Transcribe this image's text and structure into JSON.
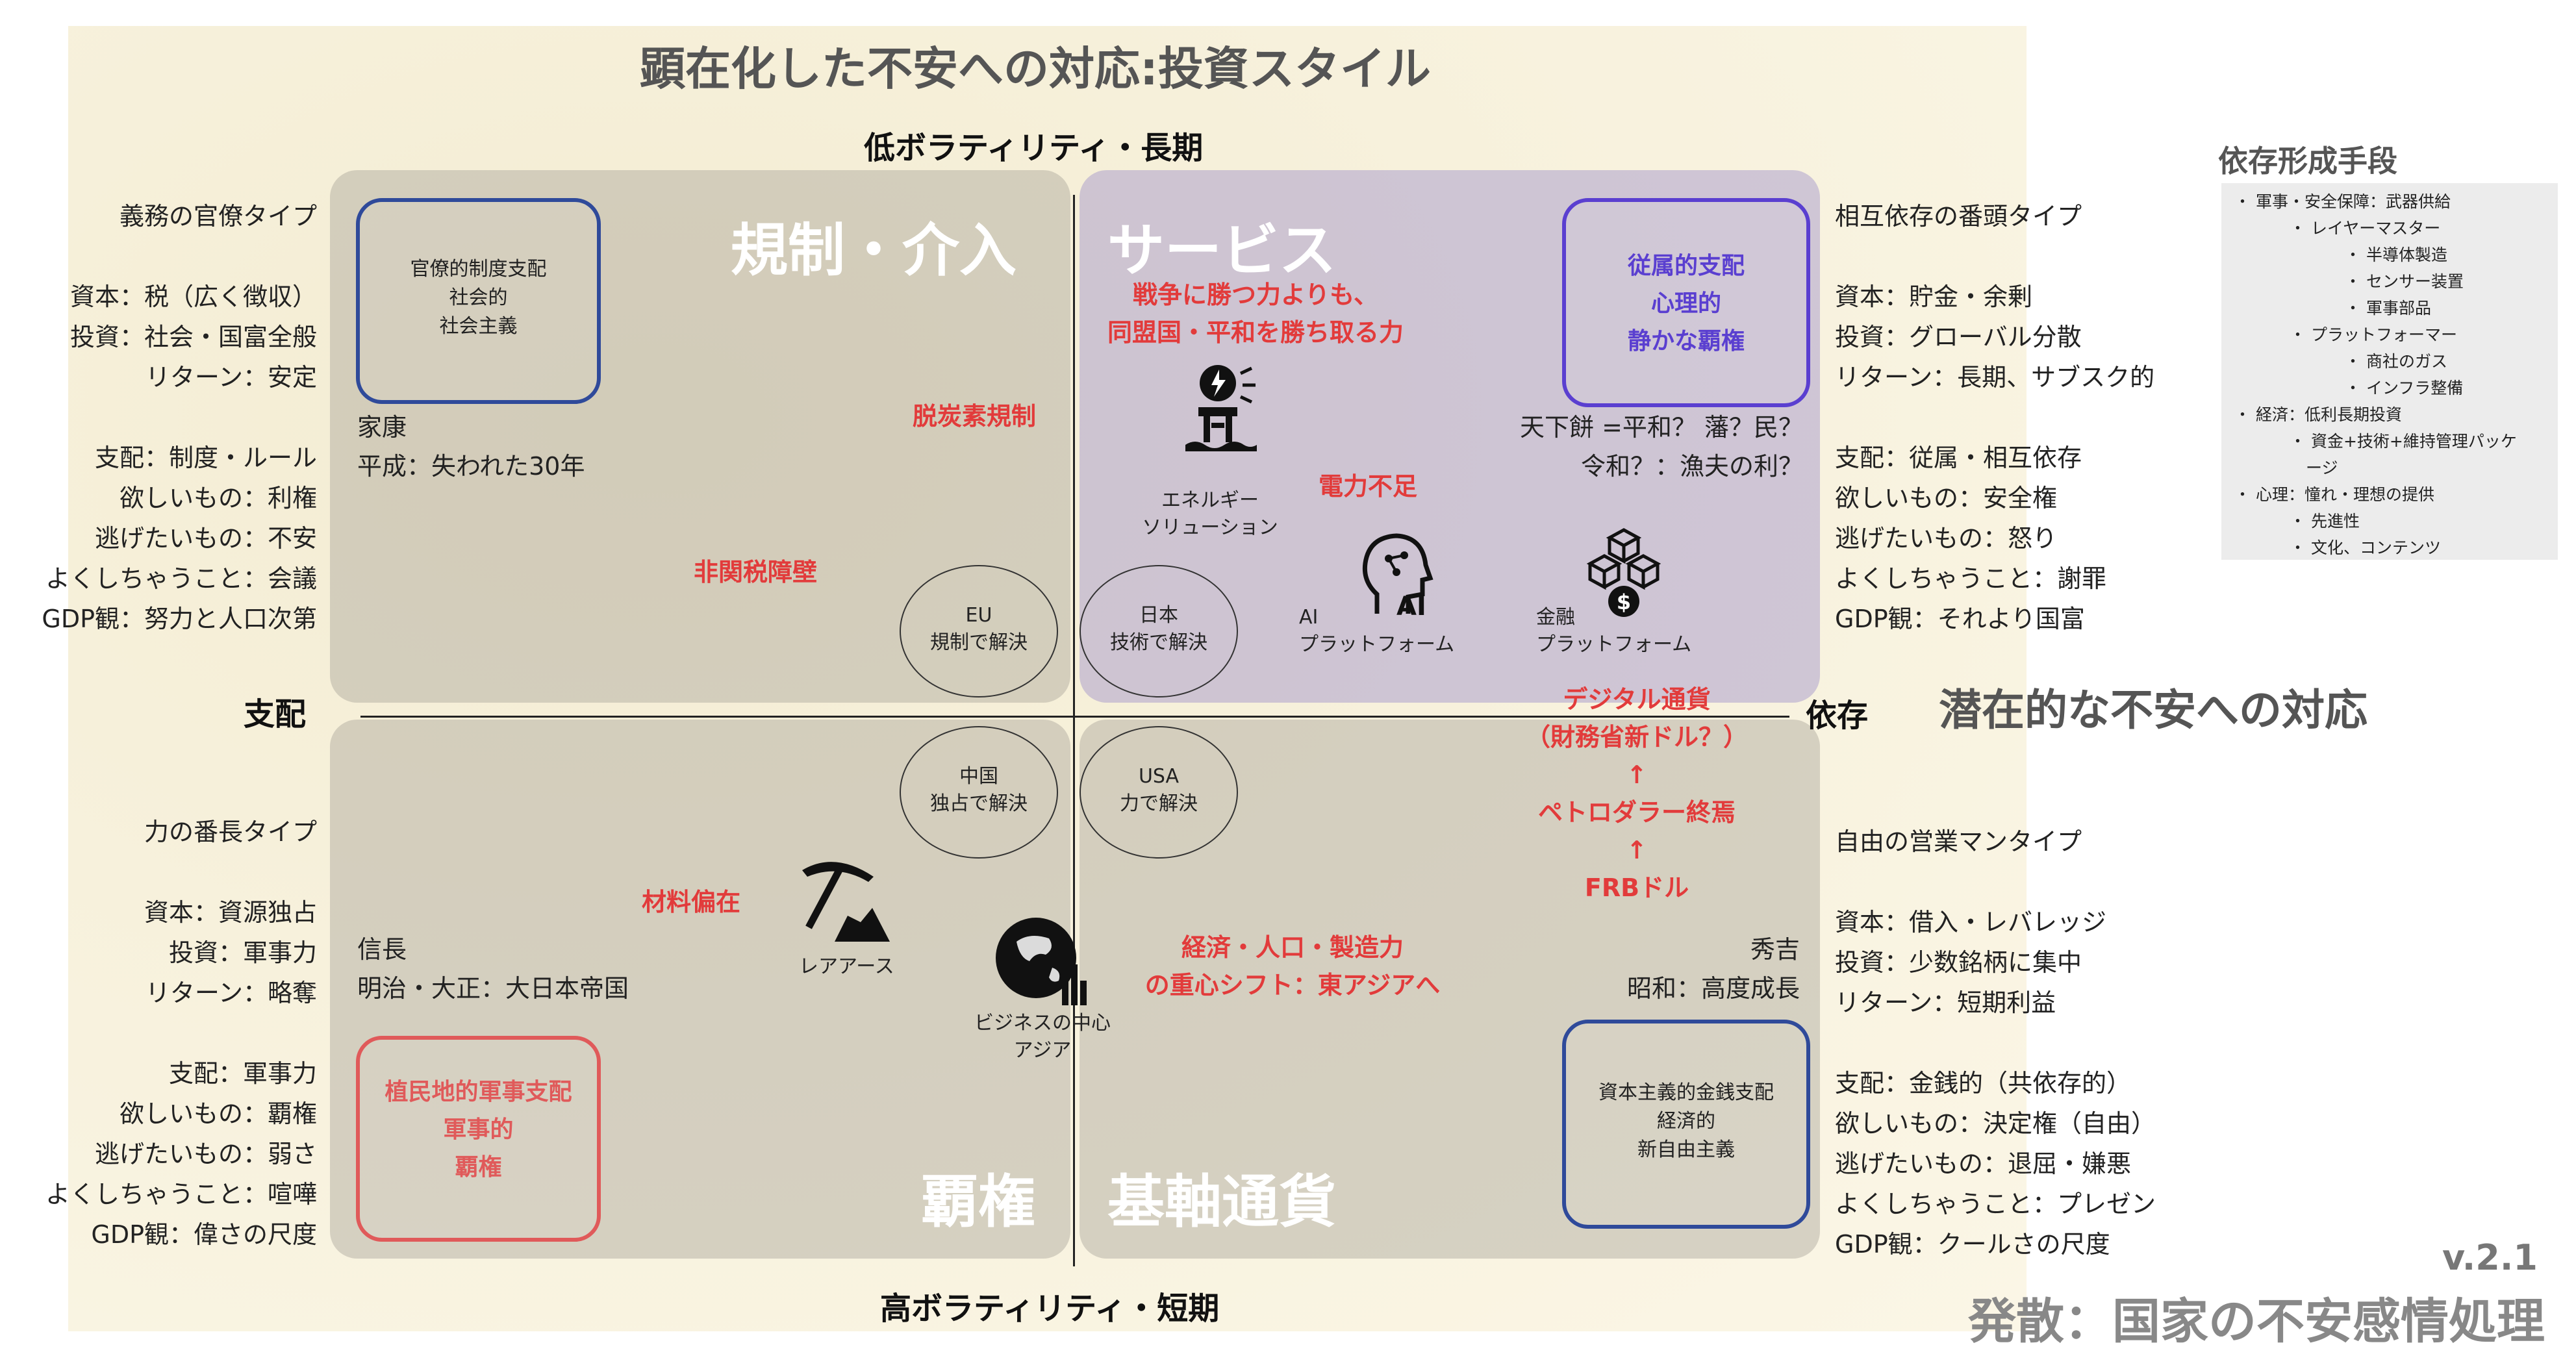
{
  "title": "顕在化した不安への対応:投資スタイル",
  "axis": {
    "top": "低ボラティリティ・長期",
    "bottom": "高ボラティリティ・短期",
    "left": "支配",
    "right": "依存"
  },
  "right_title": "潜在的な不安への対応",
  "version": "v.2.1",
  "subtitle_bottom": "発散：国家の不安感情処理",
  "quadrants": {
    "tl": "規制・介入",
    "tr": "サービス",
    "bl": "覇権",
    "br": "基軸通貨"
  },
  "left_top": [
    "義務の官僚タイプ",
    "",
    "資本：税（広く徴収）",
    "投資：社会・国富全般",
    "リターン：安定",
    "",
    "支配：制度・ルール",
    "欲しいもの：利権",
    "逃げたいもの：不安",
    "よくしちゃうこと：会議",
    "GDP観：努力と人口次第"
  ],
  "left_bottom": [
    "力の番長タイプ",
    "",
    "資本：資源独占",
    "投資：軍事力",
    "リターン：略奪",
    "",
    "支配：軍事力",
    "欲しいもの：覇権",
    "逃げたいもの：弱さ",
    "よくしちゃうこと：喧嘩",
    "GDP観：偉さの尺度"
  ],
  "right_top": [
    "相互依存の番頭タイプ",
    "",
    "資本：貯金・余剰",
    "投資：グローバル分散",
    "リターン：長期、サブスク的",
    "",
    "支配：従属・相互依存",
    "欲しいもの：安全権",
    "逃げたいもの：怒り",
    "よくしちゃうこと：謝罪",
    "GDP観：それより国富"
  ],
  "right_bottom": [
    "自由の営業マンタイプ",
    "",
    "資本：借入・レバレッジ",
    "投資：少数銘柄に集中",
    "リターン：短期利益",
    "",
    "支配：金銭的（共依存的）",
    "欲しいもの：決定権（自由）",
    "逃げたいもの：退屈・嫌悪",
    "よくしちゃうこと：プレゼン",
    "GDP観：クールさの尺度"
  ],
  "boxes": {
    "tl": [
      "官僚的制度支配",
      "社会的",
      "社会主義"
    ],
    "tr": [
      "従属的支配",
      "心理的",
      "静かな覇権"
    ],
    "bl": [
      "植民地的軍事支配",
      "軍事的",
      "覇権"
    ],
    "br": [
      "資本主義的金銭支配",
      "経済的",
      "新自由主義"
    ]
  },
  "circles": {
    "eu": [
      "EU",
      "規制で解決"
    ],
    "japan": [
      "日本",
      "技術で解決"
    ],
    "china": [
      "中国",
      "独占で解決"
    ],
    "usa": [
      "USA",
      "力で解決"
    ]
  },
  "labels": {
    "ieyasu": [
      "家康",
      "平成：失われた30年"
    ],
    "nobunaga": [
      "信長",
      "明治・大正：大日本帝国"
    ],
    "hideyoshi": [
      "秀吉",
      "昭和：高度成長"
    ],
    "tenka": [
      "天下餅 =平和？ 藩？民？",
      "令和？：漁夫の利？"
    ],
    "energy": [
      "エネルギー",
      "ソリューション"
    ],
    "ai": [
      "AI",
      "プラットフォーム"
    ],
    "finance": [
      "金融",
      "プラットフォーム"
    ],
    "rare": "レアアース",
    "biz": [
      "ビジネスの中心",
      "アジア"
    ]
  },
  "red_notes": {
    "war": [
      "戦争に勝つ力よりも、",
      "同盟国・平和を勝ち取る力"
    ],
    "decarbon": "脱炭素規制",
    "power": "電力不足",
    "tariff": "非関税障壁",
    "digital": [
      "デジタル通貨",
      "（財務省新ドル？）"
    ],
    "arrow1": "↑",
    "petro": "ペトロダラー終焉",
    "arrow2": "↑",
    "frb": "FRBドル",
    "material": "材料偏在",
    "shift": [
      "経済・人口・製造力",
      "の重心シフト：東アジアへ"
    ]
  },
  "legend": {
    "title": "依存形成手段",
    "items": [
      "・ 軍事・安全保障：武器供給",
      "・ レイヤーマスター",
      "・ 半導体製造",
      "・ センサー装置",
      "・ 軍事部品",
      "・ プラットフォーマー",
      "・ 商社のガス",
      "・ インフラ整備",
      "・ 経済：低利長期投資",
      "・ 資金+技術+維持管理パッケ",
      "ージ",
      "・ 心理：憧れ・理想の提供",
      "・ 先進性",
      "・ 文化、コンテンツ"
    ]
  },
  "colors": {
    "blue_box": "#2f4a9a",
    "purple_box": "#5a3fd0",
    "red_box": "#e05a5a",
    "red_text": "#e23b3b"
  },
  "icons": [
    "oil-rig-energy-icon",
    "ai-head-icon",
    "finance-cubes-icon",
    "pickaxe-rare-earth-icon",
    "globe-asia-icon"
  ]
}
